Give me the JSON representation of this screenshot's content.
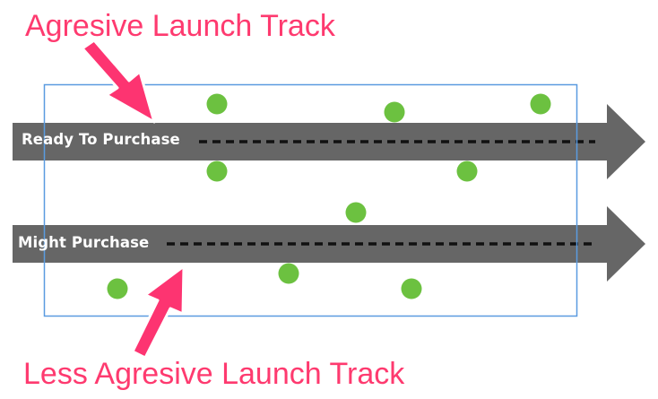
{
  "callouts": {
    "top": "Agresive Launch Track",
    "bottom": "Less Agresive Launch Track"
  },
  "tracks": [
    {
      "label": "Ready To Purchase"
    },
    {
      "label": "Might Purchase"
    }
  ],
  "colors": {
    "callout_text": "#fe3a6f",
    "callout_stroke": "#ffffff",
    "callout_arrow": "#fd3471",
    "track": "#666666",
    "track_dash": "#111111",
    "dot": "#6cc140",
    "frame": "#5a9be0"
  },
  "icons": {
    "track_arrow": "right-arrow-shape",
    "callout_arrow": "pointer-arrow"
  }
}
